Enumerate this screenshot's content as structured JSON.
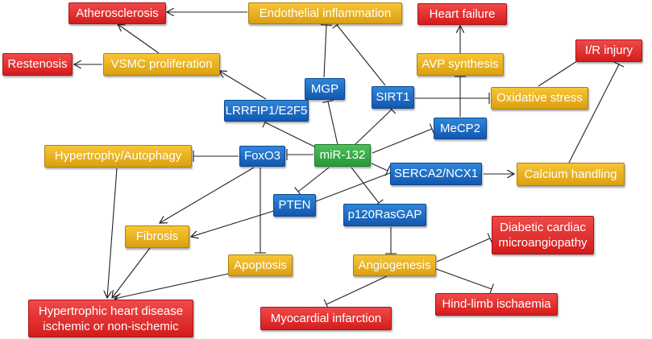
{
  "nodes": {
    "atherosclerosis": "Atherosclerosis",
    "endothelial_inflammation": "Endothelial  inflammation",
    "heart_failure": "Heart failure",
    "restenosis": "Restenosis",
    "vsmc_proliferation": "VSMC proliferation",
    "ir_injury": "I/R injury",
    "avp_synthesis": "AVP synthesis",
    "mgp": "MGP",
    "sirt1": "SIRT1",
    "oxidative_stress": "Oxidative stress",
    "lrrfip1_e2f5": "LRRFIP1/E2F5",
    "mecp2": "MeCP2",
    "hypertrophy_autophagy": "Hypertrophy/Autophagy",
    "foxo3": "FoxO3",
    "mir132": "miR-132",
    "serca2_ncx1": "SERCA2/NCX1",
    "calcium_handling": "Calcium handling",
    "pten": "PTEN",
    "p120rasgap": "p120RasGAP",
    "diabetic_line1": "Diabetic cardiac",
    "diabetic_line2": "microangiopathy",
    "fibrosis": "Fibrosis",
    "apoptosis": "Apoptosis",
    "angiogenesis": "Angiogenesis",
    "hthd_line1": "Hypertrophic heart disease",
    "hthd_line2": "ischemic or non-ischemic",
    "myocardial_infarction": "Myocardial infarction",
    "hindlimb_ischaemia": "Hind-limb ischaemia"
  },
  "colors": {
    "disease": "#e02828",
    "process": "#ebb325",
    "molecule": "#1f6fc5",
    "center": "#3aae48"
  }
}
